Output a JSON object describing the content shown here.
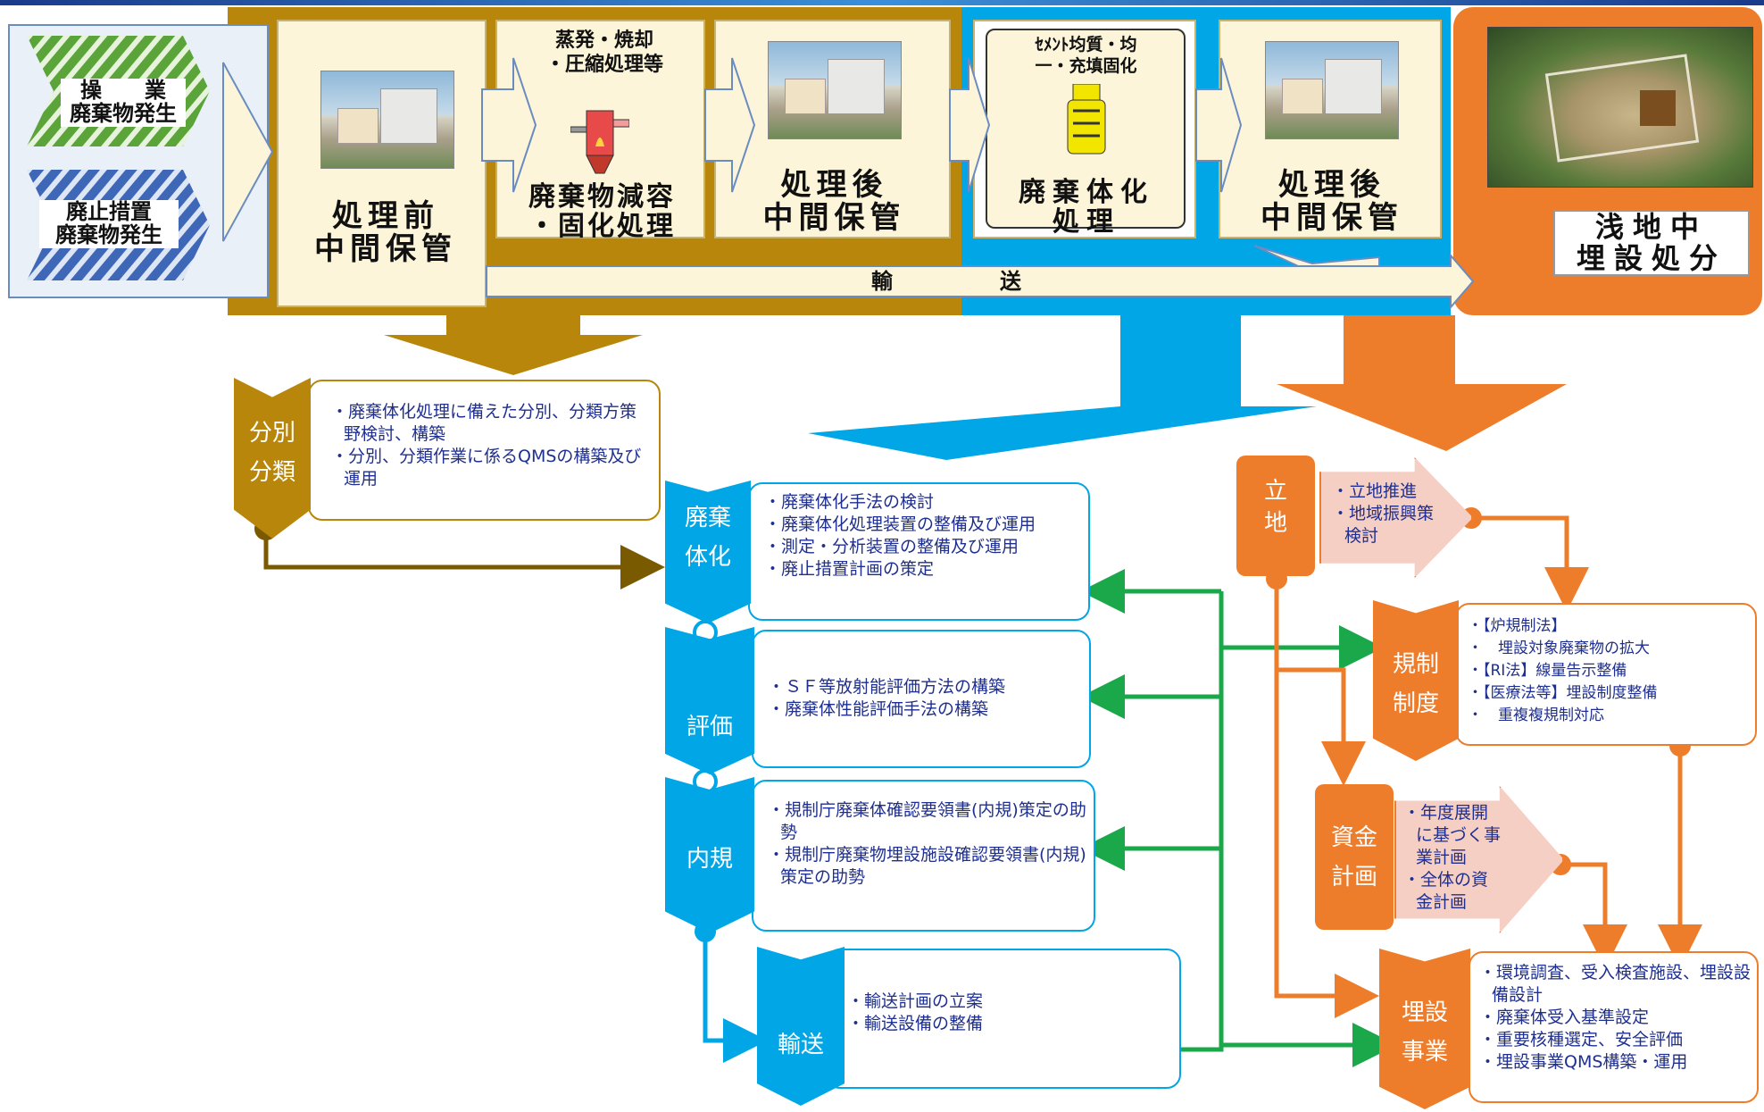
{
  "sources": {
    "operation": "操　　業\n廃棄物発生",
    "decommission": "廃止措置\n廃棄物発生"
  },
  "steps": {
    "pre_storage": "処理前\n中間保管",
    "reduction_caption": "蒸発・焼却\n・圧縮処理等",
    "reduction": "廃棄物減容\n・固化処理",
    "post_storage_1": "処理後\n中間保管",
    "cement_caption": "ｾﾒﾝﾄ均質・均\n一・充填固化",
    "packaging": "廃棄体化\n処理",
    "post_storage_2": "処理後\n中間保管",
    "disposal": "浅地中\n埋設処分",
    "transport": "輸　　　　　送"
  },
  "tasks": {
    "sorting": {
      "label": "分別\n分類",
      "items": [
        "廃棄体化処理に備えた分別、分類方策野検討、構築",
        "分別、分類作業に係るQMSの構築及び運用"
      ]
    },
    "packaging": {
      "label": "廃棄\n体化",
      "items": [
        "廃棄体化手法の検討",
        "廃棄体化処理装置の整備及び運用",
        "測定・分析装置の整備及び運用",
        "廃止措置計画の策定"
      ]
    },
    "evaluation": {
      "label": "評価",
      "items": [
        "ＳＦ等放射能評価方法の構築",
        "廃棄体性能評価手法の構築"
      ]
    },
    "internal_rules": {
      "label": "内規",
      "items": [
        "規制庁廃棄体確認要領書(内規)策定の助勢",
        "規制庁廃棄物埋設施設確認要領書(内規)策定の助勢"
      ]
    },
    "transport": {
      "label": "輸送",
      "items": [
        "輸送計画の立案",
        "輸送設備の整備"
      ]
    },
    "siting": {
      "label": "立\n地",
      "items": [
        "立地推進",
        "地域振興策検討"
      ]
    },
    "regulation": {
      "label": "規制\n制度",
      "items": [
        "【炉規制法】",
        "　埋設対象廃棄物の拡大",
        "【RI法】線量告示整備",
        "【医療法等】埋設制度整備",
        "　重複複規制対応"
      ]
    },
    "funding": {
      "label": "資金\n計画",
      "items": [
        "年度展開に基づく事業計画",
        "全体の資金計画"
      ]
    },
    "disposal_business": {
      "label": "埋設\n事業",
      "items": [
        "環境調査、受入検査施設、埋設設備設計",
        "廃棄体受入基準設定",
        "重要核種選定、安全評価",
        "埋設事業QMS構築・運用"
      ]
    }
  },
  "colors": {
    "gold": "#b8860b",
    "blue": "#00a6e6",
    "orange": "#ee7d2b",
    "green": "#1aa84a",
    "brown": "#7a5a00"
  }
}
